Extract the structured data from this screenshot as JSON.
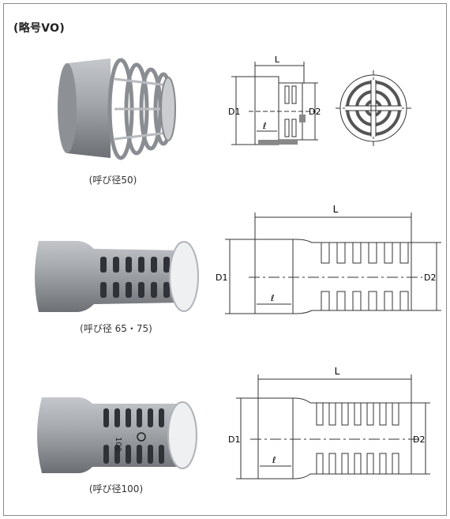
{
  "header": {
    "title": "(略号VO)"
  },
  "products": [
    {
      "caption": "(呼び径50)",
      "dims": {
        "length": "L",
        "d1": "D1",
        "d2": "D2",
        "ell": "ℓ"
      }
    },
    {
      "caption": "(呼び径 65・75)",
      "dims": {
        "length": "L",
        "d1": "D1",
        "d2": "D2",
        "ell": "ℓ"
      }
    },
    {
      "caption": "(呼び径100)",
      "dims": {
        "length": "L",
        "d1": "D1",
        "d2": "D2",
        "ell": "ℓ"
      },
      "marking": "100"
    }
  ],
  "colors": {
    "pipe_gray": "#9ea1a6",
    "pipe_dark": "#6f7277",
    "cap_white": "#eef0f2",
    "line": "#333333",
    "hatch": "#555555"
  }
}
